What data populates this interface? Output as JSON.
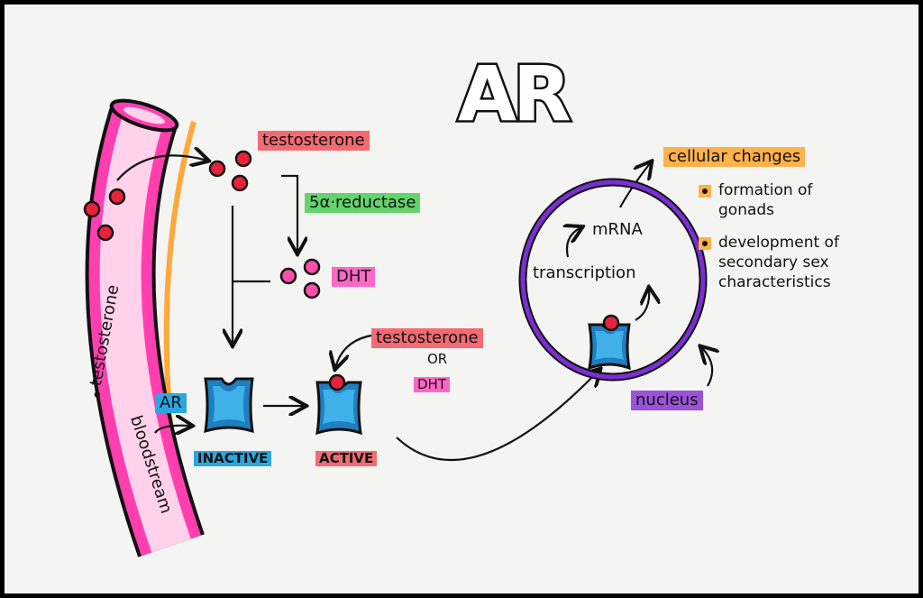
{
  "title": "AR",
  "vessel": {
    "label_upper": "testosterone",
    "label_lower": "bloodstream",
    "separator": "•",
    "colors": {
      "wall": "#ff3fb0",
      "inner": "#ffd1ea",
      "outline": "#111111",
      "accent": "#ffa83a"
    }
  },
  "labels": {
    "testosterone_top": "testosterone",
    "reductase": "5α·reductase",
    "dht_middle": "DHT",
    "ar": "AR",
    "inactive": "INACTIVE",
    "active": "ACTIVE",
    "testosterone_or": "testosterone",
    "or": "OR",
    "dht_or": "DHT",
    "nucleus": "nucleus",
    "transcription": "transcription",
    "mrna": "mRNA",
    "cellular_changes": "cellular changes"
  },
  "bullets": [
    {
      "text": "formation of gonads",
      "lines": [
        "formation of",
        "gonads"
      ]
    },
    {
      "text": "development of secondary sex characteristics",
      "lines": [
        "development of",
        "secondary sex",
        "characteristics"
      ]
    }
  ],
  "colors": {
    "molecule": "#e8223a",
    "receptor": "#1f7fc0",
    "receptor_light": "#3fb0e8",
    "nucleus_ring": "#7a2fd0"
  }
}
